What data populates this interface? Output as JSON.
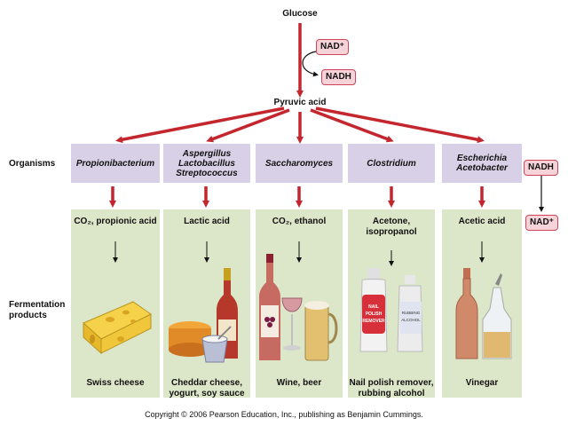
{
  "top": {
    "glucose": "Glucose",
    "pyruvic": "Pyruvic acid",
    "nad_plus": "NAD⁺",
    "nadh": "NADH"
  },
  "row_labels": {
    "organisms": "Organisms",
    "fermentation": "Fermentation products"
  },
  "columns": [
    {
      "organism": [
        "Propionibacterium"
      ],
      "product": [
        "CO₂, propionic acid"
      ],
      "food": [
        "Swiss cheese"
      ]
    },
    {
      "organism": [
        "Aspergillus",
        "Lactobacillus",
        "Streptococcus"
      ],
      "product": [
        "Lactic acid"
      ],
      "food": [
        "Cheddar cheese,",
        "yogurt, soy sauce"
      ]
    },
    {
      "organism": [
        "Saccharomyces"
      ],
      "product": [
        "CO₂, ethanol"
      ],
      "food": [
        "Wine, beer"
      ]
    },
    {
      "organism": [
        "Clostridium"
      ],
      "product": [
        "Acetone,",
        "isopropanol"
      ],
      "food": [
        "Nail polish remover,",
        "rubbing alcohol"
      ]
    },
    {
      "organism": [
        "Escherichia",
        "Acetobacter"
      ],
      "product": [
        "Acetic acid"
      ],
      "food": [
        "Vinegar"
      ]
    }
  ],
  "side": {
    "nadh": "NADH",
    "nad_plus": "NAD⁺"
  },
  "bottle_labels": {
    "polish": [
      "NAIL",
      "POLISH",
      "REMOVER"
    ],
    "alcohol": [
      "RUBBING",
      "ALCOHOL"
    ]
  },
  "copyright": "Copyright © 2006 Pearson Education, Inc., publishing as Benjamin Cummings.",
  "colors": {
    "arrow_red": "#c4262e",
    "organism_bg": "#d8d0e6",
    "product_bg": "#dce6c8",
    "pill_bg": "#f6d3d8"
  }
}
